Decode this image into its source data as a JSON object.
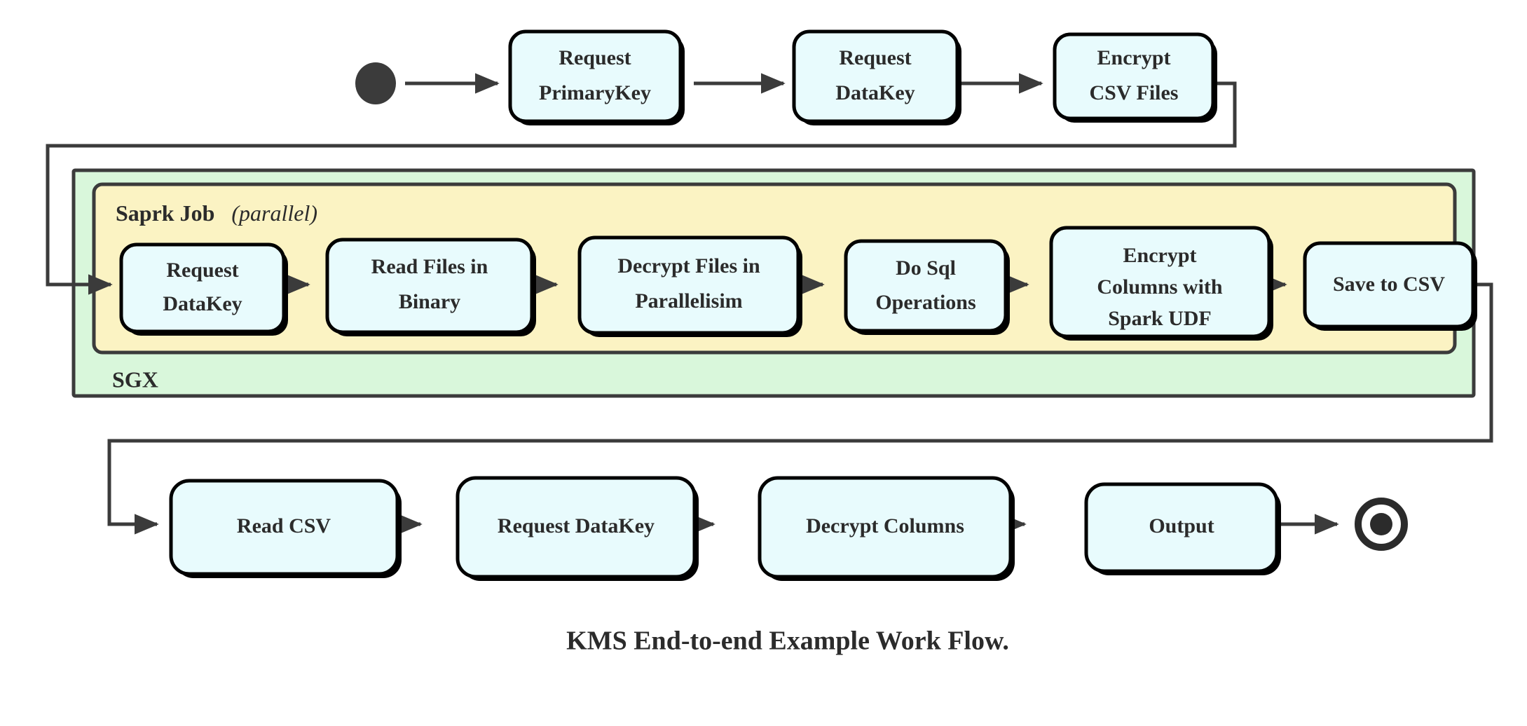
{
  "diagram": {
    "title": "KMS End-to-end Example Work Flow.",
    "colors": {
      "node_fill": "#e8fbfd",
      "node_stroke": "#000000",
      "sgx_fill": "#d9f7db",
      "spark_fill": "#fbf3c3",
      "edge": "#3b3b3b",
      "text": "#2b2b2b",
      "background": "#ffffff"
    },
    "markers": {
      "start_node": "filled-circle",
      "end_node": "double-circle-filled"
    },
    "containers": [
      {
        "id": "sgx",
        "label": "SGX",
        "label_position": "bottom-left",
        "fill": "#d9f7db"
      },
      {
        "id": "spark",
        "label": "Saprk Job",
        "label_suffix": "(parallel)",
        "label_suffix_style": "italic",
        "label_position": "top-left",
        "fill": "#fbf3c3"
      }
    ],
    "rows": [
      {
        "id": "row-top",
        "nodes": [
          {
            "id": "request-primarykey",
            "lines": [
              "Request",
              "PrimaryKey"
            ]
          },
          {
            "id": "request-datakey-top",
            "lines": [
              "Request",
              "DataKey"
            ]
          },
          {
            "id": "encrypt-csv-files",
            "lines": [
              "Encrypt",
              "CSV Files"
            ]
          }
        ]
      },
      {
        "id": "row-spark",
        "nodes": [
          {
            "id": "request-datakey-spark",
            "lines": [
              "Request",
              "DataKey"
            ]
          },
          {
            "id": "read-files-in-binary",
            "lines": [
              "Read Files in",
              "Binary"
            ]
          },
          {
            "id": "decrypt-files-in-parallelisim",
            "lines": [
              "Decrypt Files in",
              "Parallelisim"
            ]
          },
          {
            "id": "do-sql-operations",
            "lines": [
              "Do Sql",
              "Operations"
            ]
          },
          {
            "id": "encrypt-columns-with-spark-udf",
            "lines": [
              "Encrypt",
              "Columns with",
              "Spark UDF"
            ]
          },
          {
            "id": "save-to-csv",
            "lines": [
              "Save to CSV"
            ]
          }
        ]
      },
      {
        "id": "row-bottom",
        "nodes": [
          {
            "id": "read-csv",
            "lines": [
              "Read CSV"
            ]
          },
          {
            "id": "request-datakey-bottom",
            "lines": [
              "Request DataKey"
            ]
          },
          {
            "id": "decrypt-columns",
            "lines": [
              "Decrypt Columns"
            ]
          },
          {
            "id": "output",
            "lines": [
              "Output"
            ]
          }
        ]
      }
    ],
    "flow_sequence": [
      "start",
      "Request PrimaryKey",
      "Request DataKey",
      "Encrypt CSV Files",
      "Request DataKey",
      "Read Files in Binary",
      "Decrypt Files in Parallelisim",
      "Do Sql Operations",
      "Encrypt Columns with Spark UDF",
      "Save to CSV",
      "Read CSV",
      "Request DataKey",
      "Decrypt Columns",
      "Output",
      "end"
    ]
  }
}
